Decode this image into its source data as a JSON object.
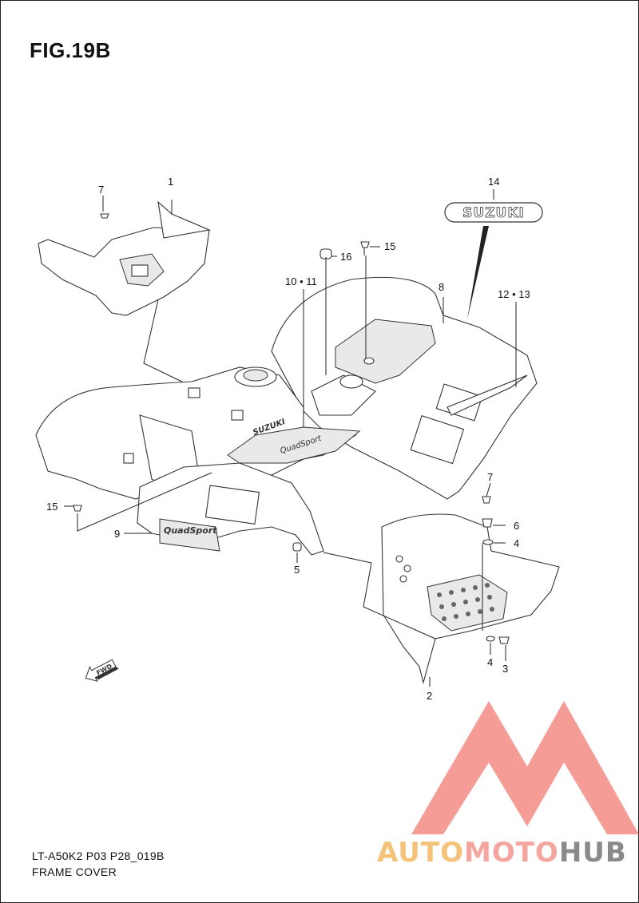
{
  "figure": {
    "title": "FIG.19B",
    "model_code": "LT-A50K2 P03 P28_019B",
    "caption": "FRAME COVER"
  },
  "callouts": {
    "c1": "1",
    "c2": "2",
    "c3": "3",
    "c4a": "4",
    "c4b": "4",
    "c5": "5",
    "c6": "6",
    "c7a": "7",
    "c7b": "7",
    "c8": "8",
    "c9": "9",
    "c10_11": "10 • 11",
    "c12_13": "12 • 13",
    "c14": "14",
    "c15a": "15",
    "c15b": "15",
    "c16": "16"
  },
  "decals": {
    "emblem": "SUZUKI",
    "fender_brand": "SUZUKI",
    "fender_model": "QuadSport",
    "direction_arrow": "FWD"
  },
  "watermark": {
    "auto": "AUTO",
    "moto": "MOTO",
    "hub": "HUB",
    "logo_color": "#f48b85"
  },
  "colors": {
    "line": "#333333",
    "watermark_auto": "#f5c27a",
    "watermark_moto": "#f4a5a0",
    "watermark_hub": "#8a8a8a"
  }
}
